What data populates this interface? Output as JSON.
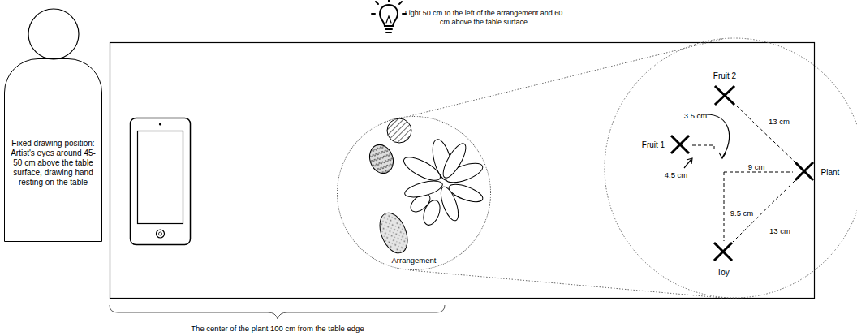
{
  "diagram": {
    "nodes": [
      {
        "text": [
          "Fixed drawing position: Artist's eyes around 45-50 cm above the table surface, drawing hand resting on the table"
        ]
      },
      {
        "text": [
          "Arrangement"
        ]
      }
    ],
    "labels": [
      "Light 50 cm to the left of the arrangement and 60 cm above the table surface",
      "Fruit 2",
      "13 cm",
      "3.5 cm",
      "Fruit 1",
      "Plant",
      "9 cm",
      "4.5 cm",
      "9.5 cm",
      "13 cm",
      "Toy",
      "The center of the plant 100 cm from the table edge"
    ]
  }
}
